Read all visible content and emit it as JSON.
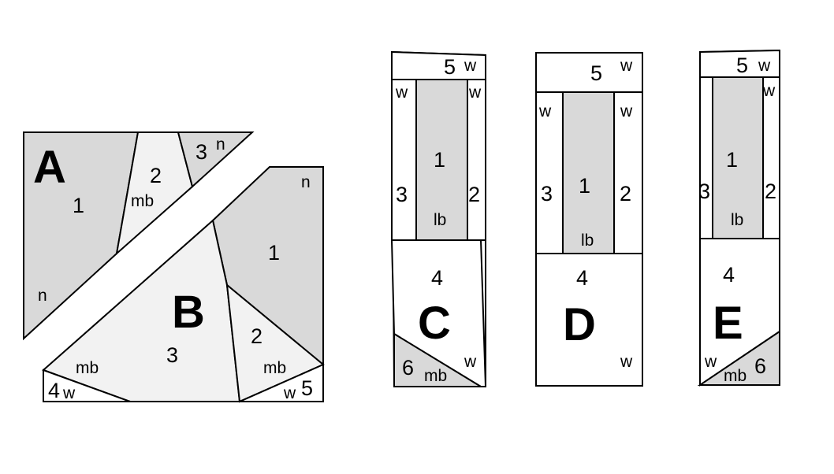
{
  "blocks": {
    "A": {
      "letter": "A",
      "pieces": {
        "p1": {
          "num": "1",
          "fabric": "n"
        },
        "p2": {
          "num": "2",
          "fabric": "mb"
        },
        "p3": {
          "num": "3",
          "fabric": "n"
        }
      }
    },
    "B": {
      "letter": "B",
      "pieces": {
        "p1": {
          "num": "1",
          "fabric": "n"
        },
        "p2": {
          "num": "2",
          "fabric": "mb"
        },
        "p3": {
          "num": "3",
          "fabric": "mb"
        },
        "p4": {
          "num": "4",
          "fabric": "w"
        },
        "p5": {
          "num": "5",
          "fabric": "w"
        }
      }
    },
    "C": {
      "letter": "C",
      "pieces": {
        "p1": {
          "num": "1",
          "fabric": "lb"
        },
        "p2": {
          "num": "2",
          "fabric": "w"
        },
        "p3": {
          "num": "3",
          "fabric": "w"
        },
        "p4": {
          "num": "4",
          "fabric": "w"
        },
        "p5": {
          "num": "5",
          "fabric": "w"
        },
        "p6": {
          "num": "6",
          "fabric": "mb"
        }
      }
    },
    "D": {
      "letter": "D",
      "pieces": {
        "p1": {
          "num": "1",
          "fabric": "lb"
        },
        "p2": {
          "num": "2",
          "fabric": "w"
        },
        "p3": {
          "num": "3",
          "fabric": "w"
        },
        "p4": {
          "num": "4",
          "fabric": "w"
        },
        "p5": {
          "num": "5",
          "fabric": "w"
        }
      }
    },
    "E": {
      "letter": "E",
      "pieces": {
        "p1": {
          "num": "1",
          "fabric": "lb"
        },
        "p2": {
          "num": "2",
          "fabric": "w"
        },
        "p3": {
          "num": "3",
          "fabric": "w"
        },
        "p4": {
          "num": "4",
          "fabric": "w"
        },
        "p5": {
          "num": "5",
          "fabric": "w"
        },
        "p6": {
          "num": "6",
          "fabric": "mb"
        }
      }
    }
  },
  "colors": {
    "dark_fabric": "#d9d9d9",
    "light_fabric": "#f2f2f2",
    "white_fabric": "#ffffff",
    "outline": "#000000"
  }
}
